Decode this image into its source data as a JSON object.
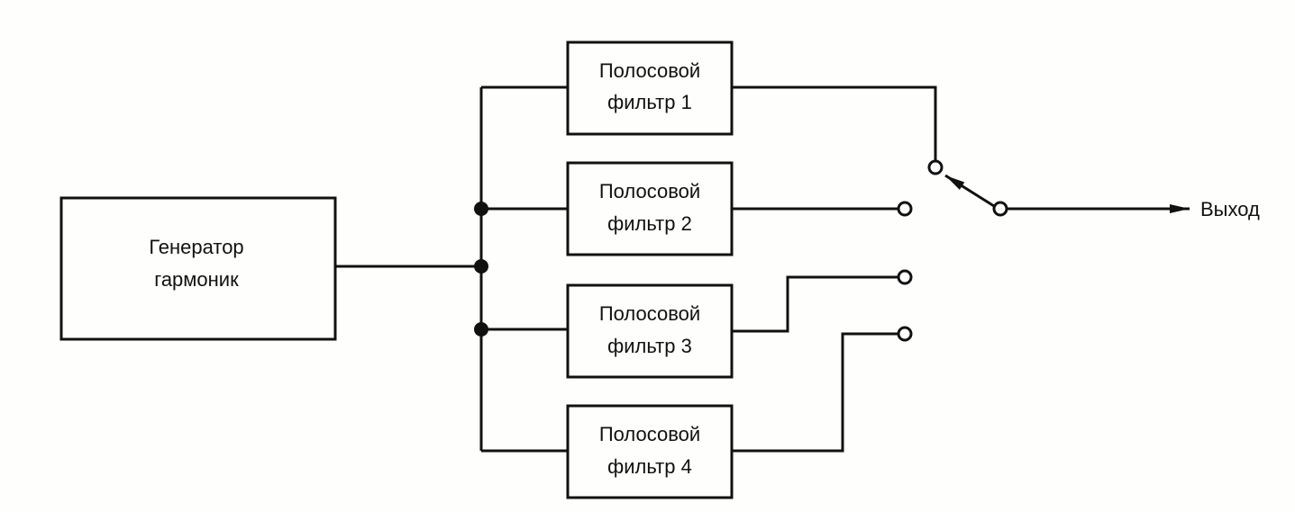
{
  "generator": {
    "line1": "Генератор",
    "line2": "гармоник"
  },
  "filters": [
    {
      "line1": "Полосовой",
      "line2": "фильтр 1"
    },
    {
      "line1": "Полосовой",
      "line2": "фильтр 2"
    },
    {
      "line1": "Полосовой",
      "line2": "фильтр 3"
    },
    {
      "line1": "Полосовой",
      "line2": "фильтр 4"
    }
  ],
  "output": {
    "label": "Выход"
  },
  "switch": {
    "selected_filter": "фильтр 1"
  }
}
